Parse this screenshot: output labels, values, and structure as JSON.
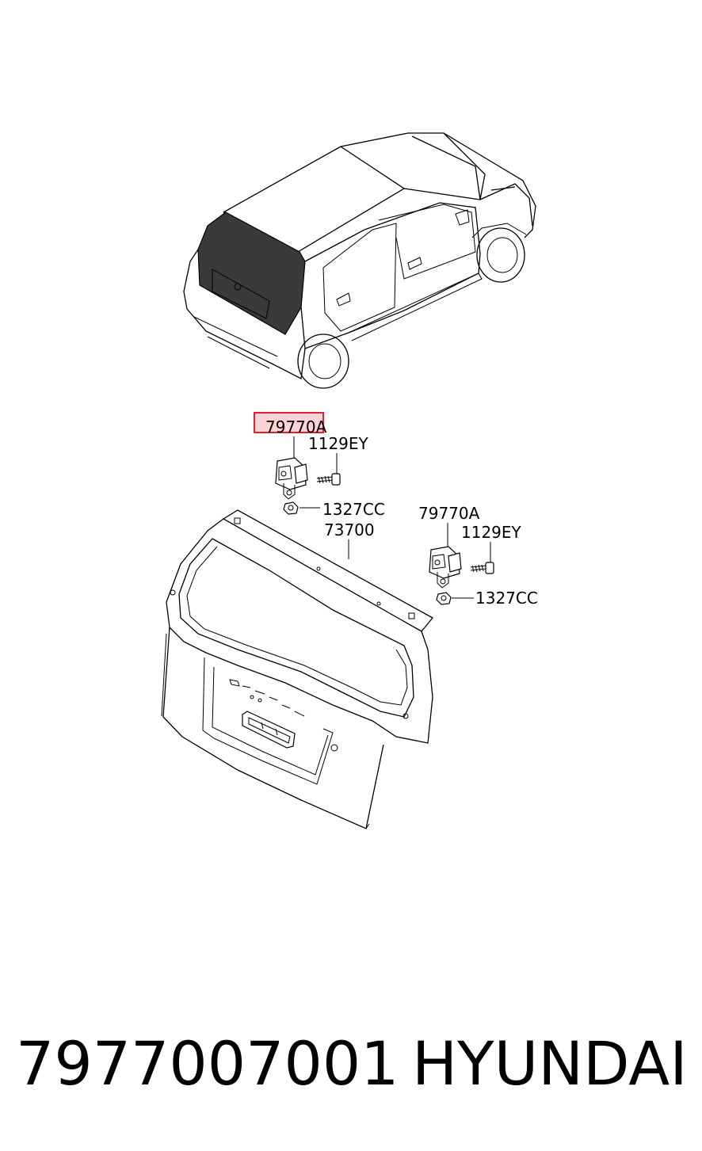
{
  "labels": {
    "hinge_left": "79770A",
    "bolt_left": "1129EY",
    "nut_left": "1327CC",
    "tailgate": "73700",
    "hinge_right": "79770A",
    "bolt_right": "1129EY",
    "nut_right": "1327CC"
  },
  "highlight_color": "#e0202a",
  "highlight_fill": "#fbd3d6",
  "footer": {
    "part_number": "7977007001",
    "brand": "HYUNDAI"
  }
}
